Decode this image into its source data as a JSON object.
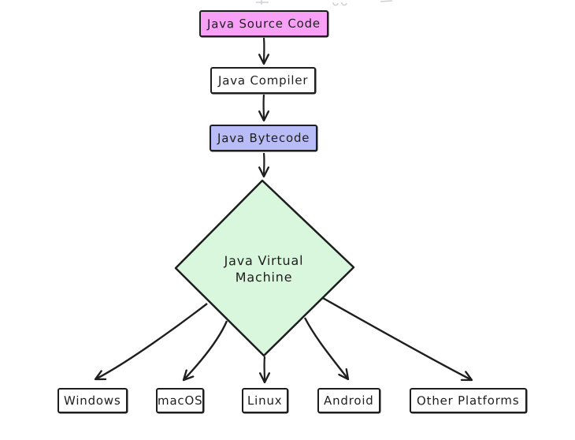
{
  "diagram": {
    "nodes": {
      "source": {
        "label": "Java Source Code",
        "fill": "#f7a0f5"
      },
      "compiler": {
        "label": "Java Compiler",
        "fill": "#ffffff"
      },
      "bytecode": {
        "label": "Java Bytecode",
        "fill": "#b9bdf7"
      },
      "jvm": {
        "label": "Java Virtual Machine",
        "fill": "#d9f7dc"
      },
      "platforms": [
        {
          "label": "Windows"
        },
        {
          "label": "macOS"
        },
        {
          "label": "Linux"
        },
        {
          "label": "Android"
        },
        {
          "label": "Other Platforms"
        }
      ]
    },
    "edges": [
      {
        "from": "Java Source Code",
        "to": "Java Compiler"
      },
      {
        "from": "Java Compiler",
        "to": "Java Bytecode"
      },
      {
        "from": "Java Bytecode",
        "to": "Java Virtual Machine"
      },
      {
        "from": "Java Virtual Machine",
        "to": "Windows"
      },
      {
        "from": "Java Virtual Machine",
        "to": "macOS"
      },
      {
        "from": "Java Virtual Machine",
        "to": "Linux"
      },
      {
        "from": "Java Virtual Machine",
        "to": "Android"
      },
      {
        "from": "Java Virtual Machine",
        "to": "Other Platforms"
      }
    ],
    "style": {
      "stroke_color": "#1e1e1e",
      "background": "#ffffff"
    }
  }
}
